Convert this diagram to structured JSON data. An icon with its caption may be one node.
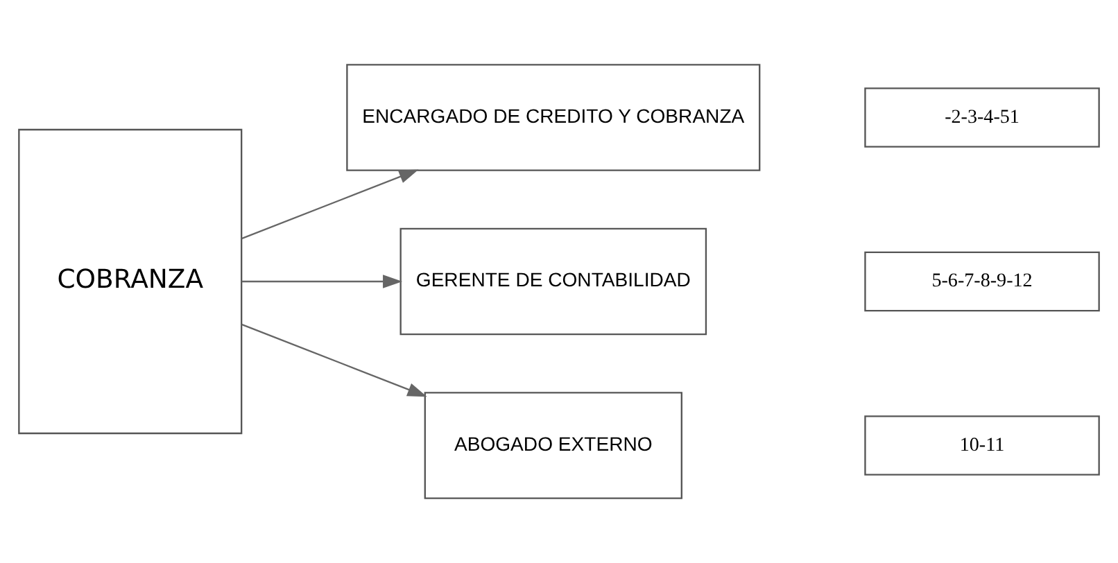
{
  "diagram": {
    "nodes": [
      {
        "text": [
          "COBRANZA"
        ]
      },
      {
        "text": [
          "ENCARGADO DE CREDITO Y COBRANZA"
        ]
      },
      {
        "text": [
          "GERENTE DE CONTABILIDAD"
        ]
      },
      {
        "text": [
          "ABOGADO EXTERNO"
        ]
      },
      {
        "text": [
          "-2-3-4-51"
        ]
      },
      {
        "text": [
          "5-6-7-8-9-12"
        ]
      },
      {
        "text": [
          "10-11"
        ]
      }
    ],
    "edges": [
      {
        "from": 0,
        "to": 1,
        "arrow": "to"
      },
      {
        "from": 0,
        "to": 2,
        "arrow": "to"
      },
      {
        "from": 0,
        "to": 3,
        "arrow": "to"
      }
    ]
  }
}
